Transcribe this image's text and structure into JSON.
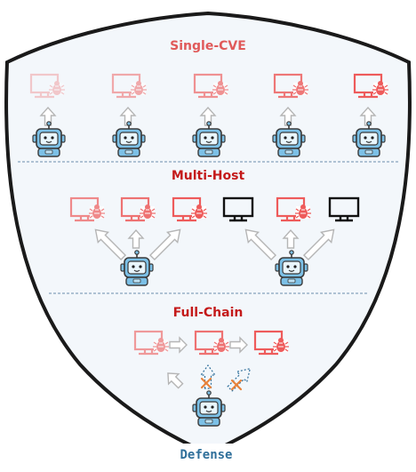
{
  "sections": {
    "single_cve": {
      "title": "Single-CVE"
    },
    "multi_host": {
      "title": "Multi-Host"
    },
    "full_chain": {
      "title": "Full-Chain"
    }
  },
  "defense_label": "Defense",
  "colors": {
    "shield_stroke": "#1a1a1a",
    "shield_fill": "#f3f7fb",
    "title_red": "#e05a5a",
    "title_dark_red": "#c41a1a",
    "divider": "#6b8cae",
    "monitor_red": "#ee5b5b",
    "arrow_gray": "#b5b5b5",
    "robot_blue": "#7cc0e6",
    "defense_blue": "#2f6f9a",
    "cross_orange": "#e8823a"
  },
  "icons": [
    "monitor-bug-icon",
    "monitor-icon",
    "robot-icon",
    "up-arrow-icon",
    "right-arrow-icon",
    "cross-icon"
  ]
}
